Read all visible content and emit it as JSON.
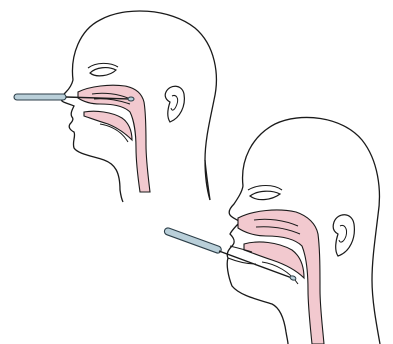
{
  "figure": {
    "panels": [
      {
        "name": "nasal-swab-sampling",
        "swab_route": "nostril"
      },
      {
        "name": "oral-swab-sampling",
        "swab_route": "mouth"
      }
    ]
  },
  "colors": {
    "outline": "#1a1a1a",
    "tissue": "#f2c9cf",
    "tissue_edge": "#c48a93",
    "swab_fill": "#b9cfd9",
    "swab_edge": "#2c3e48",
    "background": "#ffffff"
  }
}
